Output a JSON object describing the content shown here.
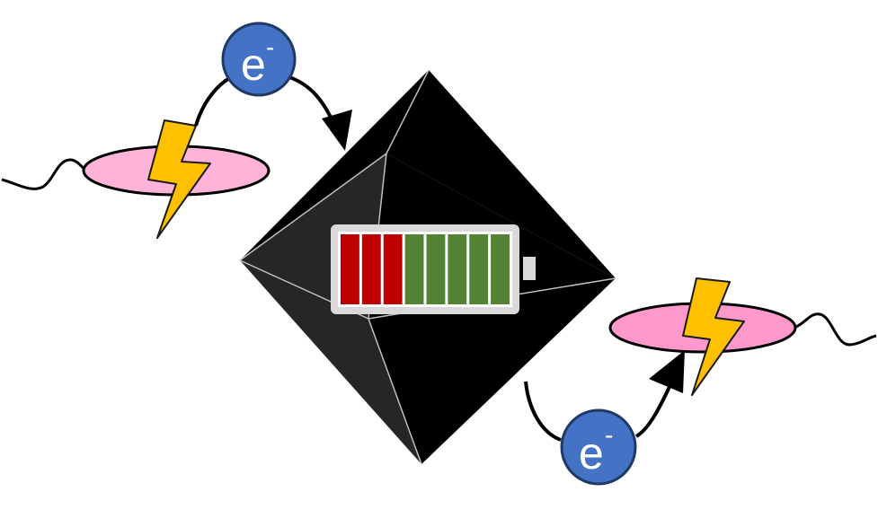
{
  "electron": {
    "symbol": "e",
    "charge": "-",
    "fill": "#4472C4",
    "stroke": "#1F3864"
  },
  "battery": {
    "segment_count": 8,
    "depleted_segments": 3,
    "charged_segments": 5,
    "depleted_color": "#C00000",
    "charged_color": "#548235",
    "casing_color": "#D9D9D9"
  },
  "colors": {
    "octahedron_dark": "#262626",
    "octahedron_black": "#000000",
    "octahedron_edge": "#BFBFBF",
    "disc_left": "#FFB3D9",
    "disc_right": "#FF99CC",
    "bolt": "#FFC000",
    "arrow": "#000000"
  }
}
